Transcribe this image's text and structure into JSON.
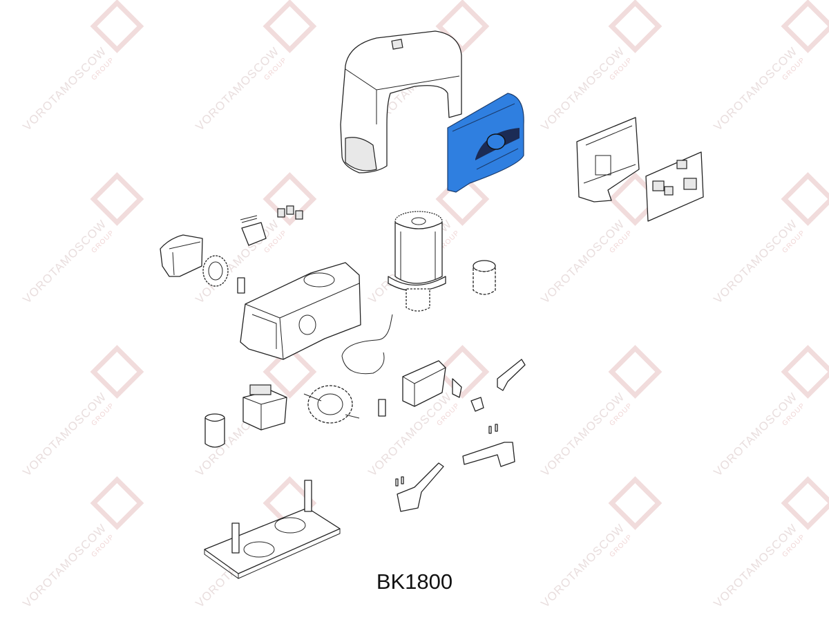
{
  "diagram": {
    "model_label": "BK1800",
    "highlight_color": "#2f7fe0",
    "watermark": {
      "text": "VOROTAMOSCOW",
      "subtext": "GROUP"
    },
    "parts": [
      "top-cover",
      "front-cover",
      "control-board-bracket",
      "control-board",
      "end-cap",
      "pinion-gear",
      "connector-block",
      "connector-pins",
      "gearbox-housing",
      "motor",
      "worm-screw",
      "gasket",
      "transformer",
      "capacitor",
      "worm-gear",
      "terminal",
      "release-cover",
      "release-lever",
      "release-knob",
      "limit-switch-pins",
      "limit-switch-left",
      "limit-switch-right",
      "anchor-plate"
    ]
  }
}
